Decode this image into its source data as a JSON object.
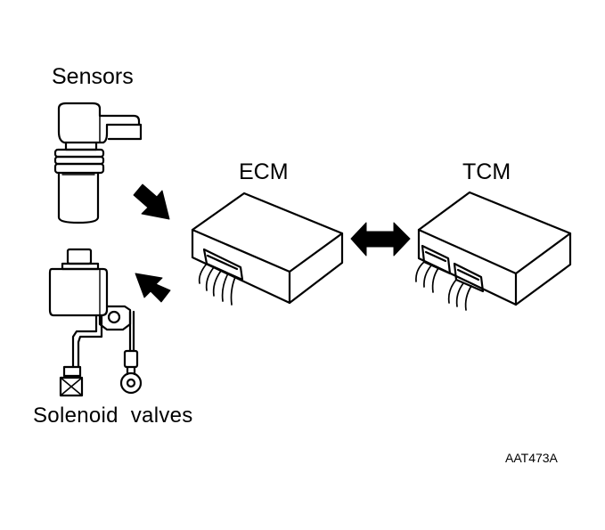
{
  "labels": {
    "sensors": "Sensors",
    "ecm": "ECM",
    "tcm": "TCM",
    "solenoid_valves": "Solenoid  valves",
    "figure_code": "AAT473A"
  },
  "colors": {
    "ink": "#000000",
    "paper": "#ffffff"
  }
}
